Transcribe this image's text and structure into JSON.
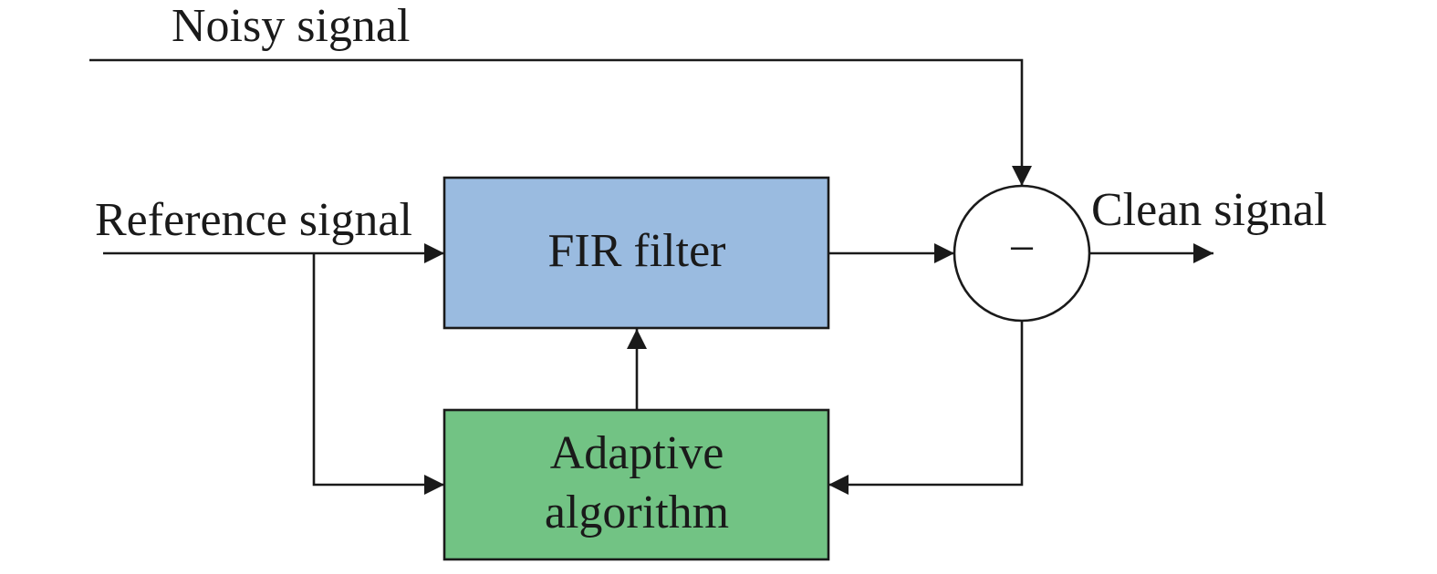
{
  "labels": {
    "noisy": "Noisy signal",
    "reference": "Reference signal",
    "clean": "Clean signal"
  },
  "blocks": {
    "fir": {
      "label": "FIR filter",
      "color": "#9abbe0"
    },
    "adaptive": {
      "line1": "Adaptive",
      "line2": "algorithm",
      "color": "#72c384"
    }
  },
  "summing_junction": {
    "symbol": "−"
  }
}
